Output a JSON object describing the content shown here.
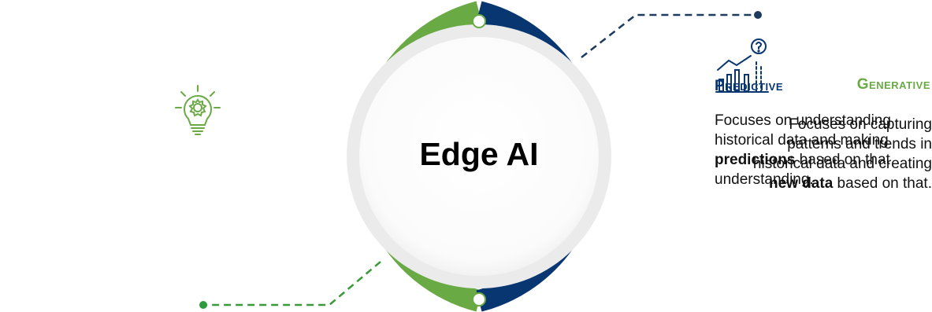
{
  "center": {
    "title": "Edge AI"
  },
  "generative": {
    "title": "Generative",
    "desc_line1": "Focuses on capturing",
    "desc_line2": "patterns and trends in",
    "desc_line3": "historical data and creating",
    "desc_line4_bold": "new data",
    "desc_line4_rest": " based on that.",
    "icon": "lightbulb-gear-icon",
    "color": "#6aaa45"
  },
  "predictive": {
    "title": "Predictive",
    "desc_line1": "Focuses on understanding",
    "desc_line2": "historical data and making",
    "desc_line3_bold": "predictions",
    "desc_line3_rest": " based on that",
    "desc_line4": "understanding.",
    "icon": "chart-question-icon",
    "color": "#083670"
  },
  "ring": {
    "green": "#6aaa45",
    "navy": "#083670",
    "inner_shadow": "#e9e9e9"
  }
}
